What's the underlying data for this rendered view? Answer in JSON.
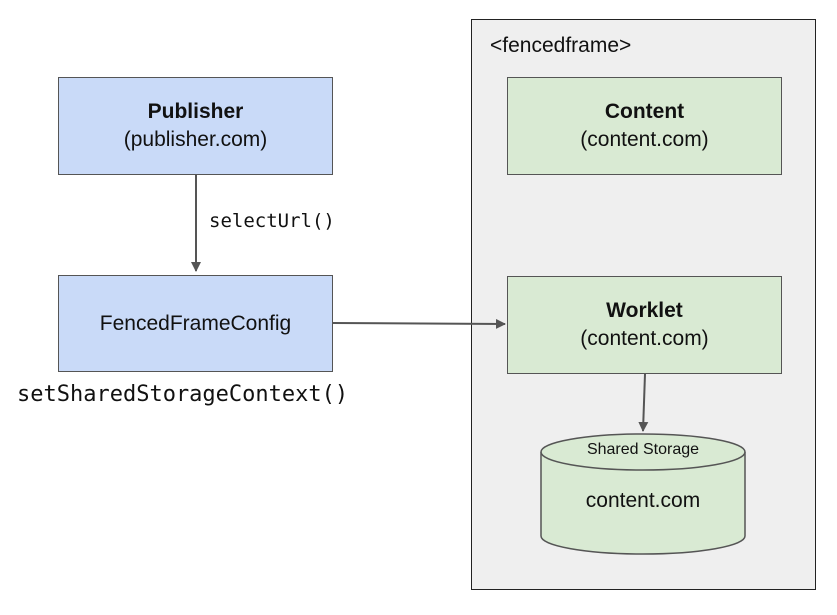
{
  "iframe_container": {
    "label": "<fencedframe>"
  },
  "publisher": {
    "title": "Publisher",
    "subtitle": "(publisher.com)"
  },
  "config": {
    "label": "FencedFrameConfig"
  },
  "content": {
    "title": "Content",
    "subtitle": "(content.com)"
  },
  "worklet": {
    "title": "Worklet",
    "subtitle": "(content.com)"
  },
  "storage": {
    "title": "Shared Storage",
    "origin": "content.com"
  },
  "edges": {
    "select_url": "selectUrl()",
    "set_context": "setSharedStorageContext()"
  },
  "colors": {
    "publisher_fill": "#c9daf8",
    "content_fill": "#d9ead3",
    "frame_fill": "#efefef",
    "arrow": "#555555"
  }
}
